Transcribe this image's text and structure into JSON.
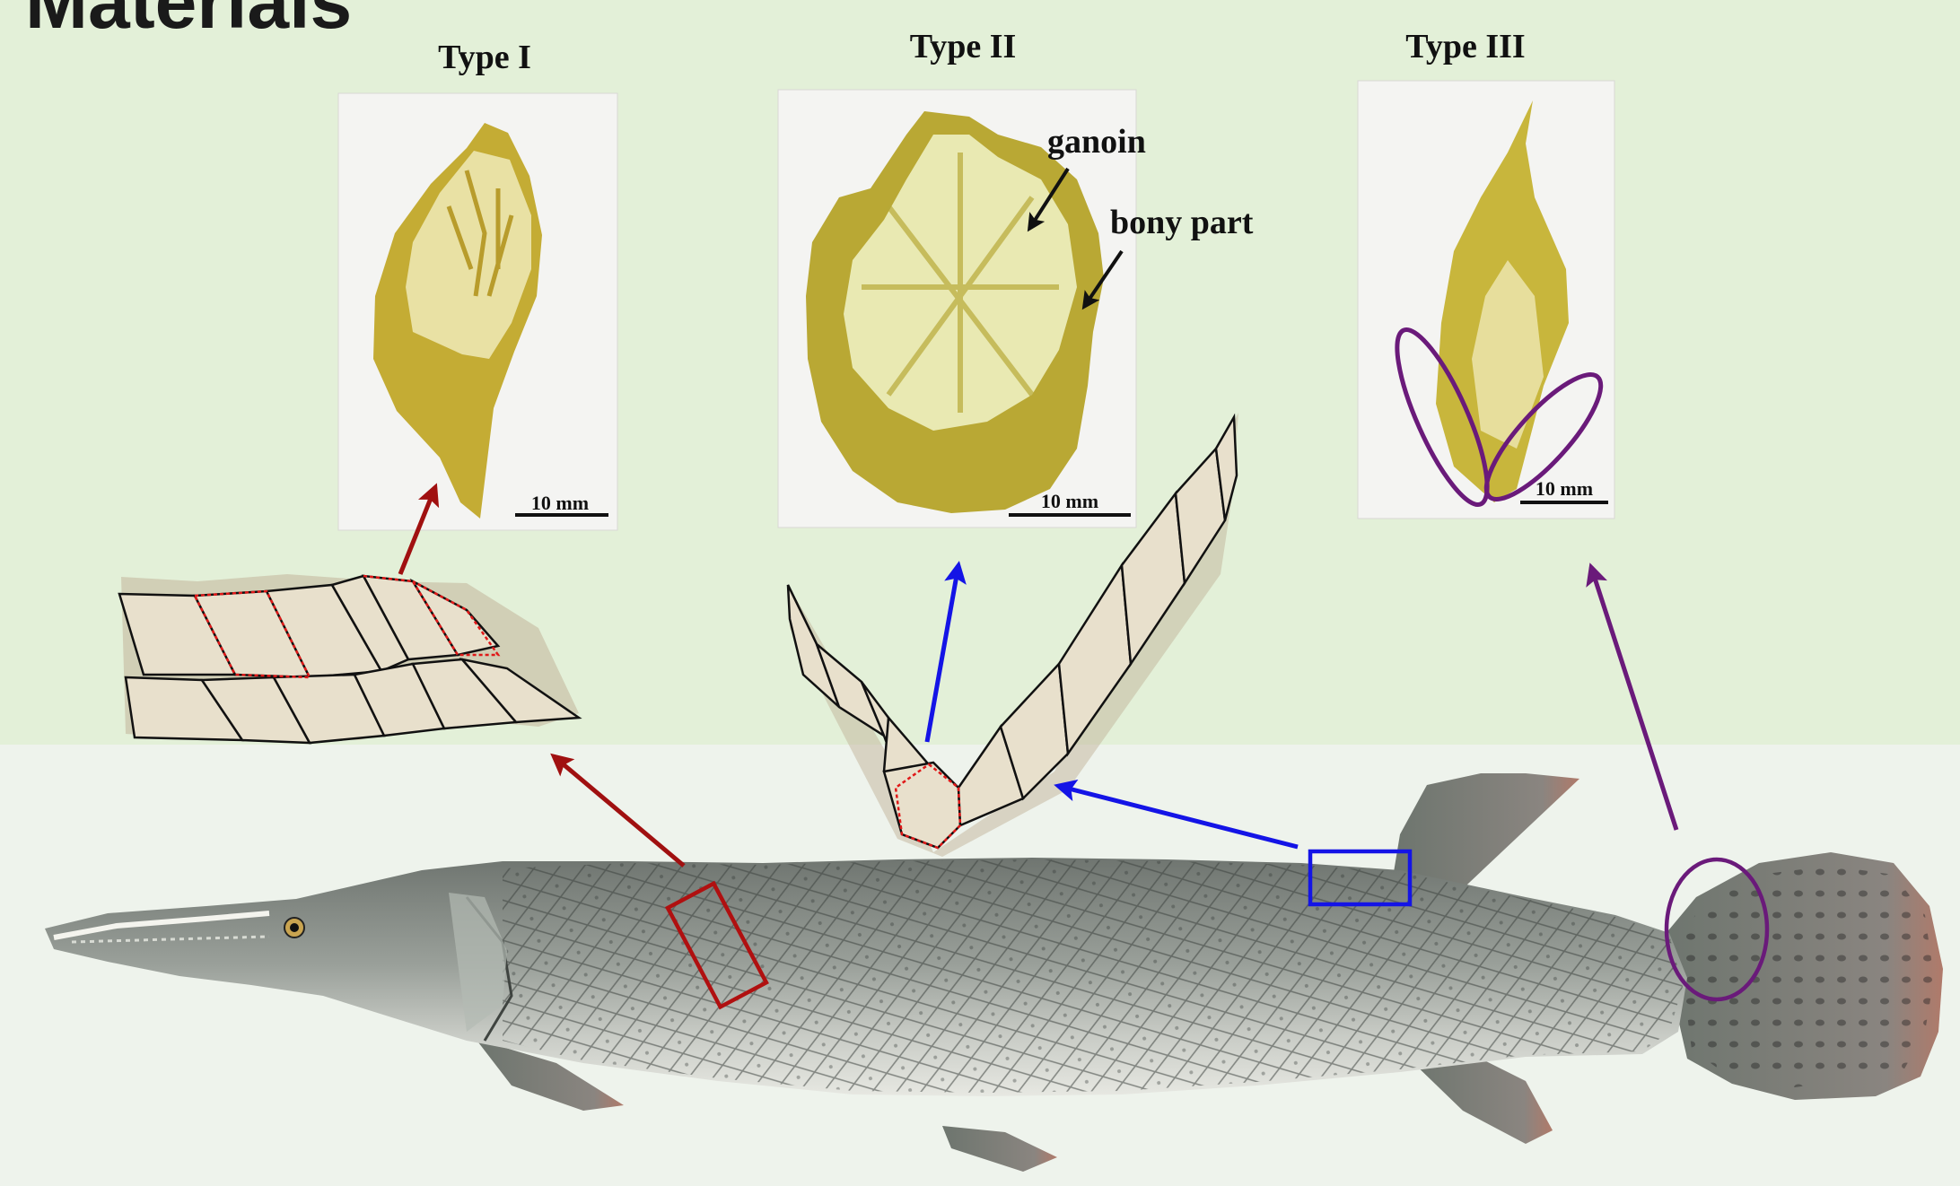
{
  "title": "Materials",
  "types": [
    {
      "label": "Type I",
      "scale": "10 mm"
    },
    {
      "label": "Type II",
      "scale": "10 mm"
    },
    {
      "label": "Type III",
      "scale": "10 mm"
    }
  ],
  "annotations": {
    "ganoin": "ganoin",
    "bony_part": "bony part"
  },
  "colors": {
    "type1_marker": "#a01010",
    "type2_marker": "#1414e6",
    "type3_marker": "#6a1a7a",
    "scale_fill": "#e8e0cc",
    "scale_yellow": "#c8b43a",
    "ganoin_cream": "#f2ecc0",
    "bg_top": "#e3f0d8",
    "bg_bottom": "#eef3ec"
  }
}
